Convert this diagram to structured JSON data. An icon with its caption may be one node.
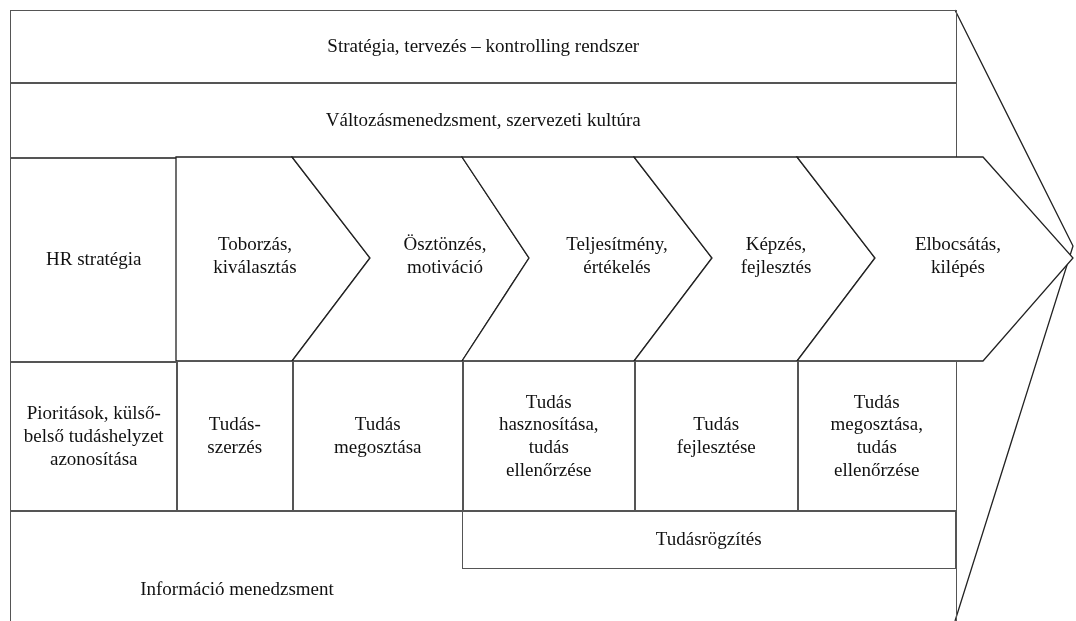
{
  "diagram": {
    "nodes": [
      {
        "text": [
          "Stratégia, tervezés – kontrolling rendszer"
        ]
      },
      {
        "text": [
          "Változásmenedzsment, szervezeti kultúra"
        ]
      },
      {
        "text": [
          "HR stratégia"
        ]
      },
      {
        "text": [
          "Toborzás, kiválasztás"
        ]
      },
      {
        "text": [
          "Ösztönzés, motiváció"
        ]
      },
      {
        "text": [
          "Teljesítmény, értékelés"
        ]
      },
      {
        "text": [
          "Képzés, fejlesztés"
        ]
      },
      {
        "text": [
          "Elbocsátás, kilépés"
        ]
      },
      {
        "text": [
          "Pioritások, külső-belső tudáshelyzet azonosítása"
        ]
      },
      {
        "text": [
          "Tudás-szerzés"
        ]
      },
      {
        "text": [
          "Tudás megosztása"
        ]
      },
      {
        "text": [
          "Tudás hasznosítása, tudás ellenőrzése"
        ]
      },
      {
        "text": [
          "Tudás fejlesztése"
        ]
      },
      {
        "text": [
          "Tudás megosztása, tudás ellenőrzése"
        ]
      },
      {
        "text": [
          "Információ menedzsment"
        ]
      },
      {
        "text": [
          "Tudásrögzítés"
        ],
        "in": 14
      }
    ]
  }
}
